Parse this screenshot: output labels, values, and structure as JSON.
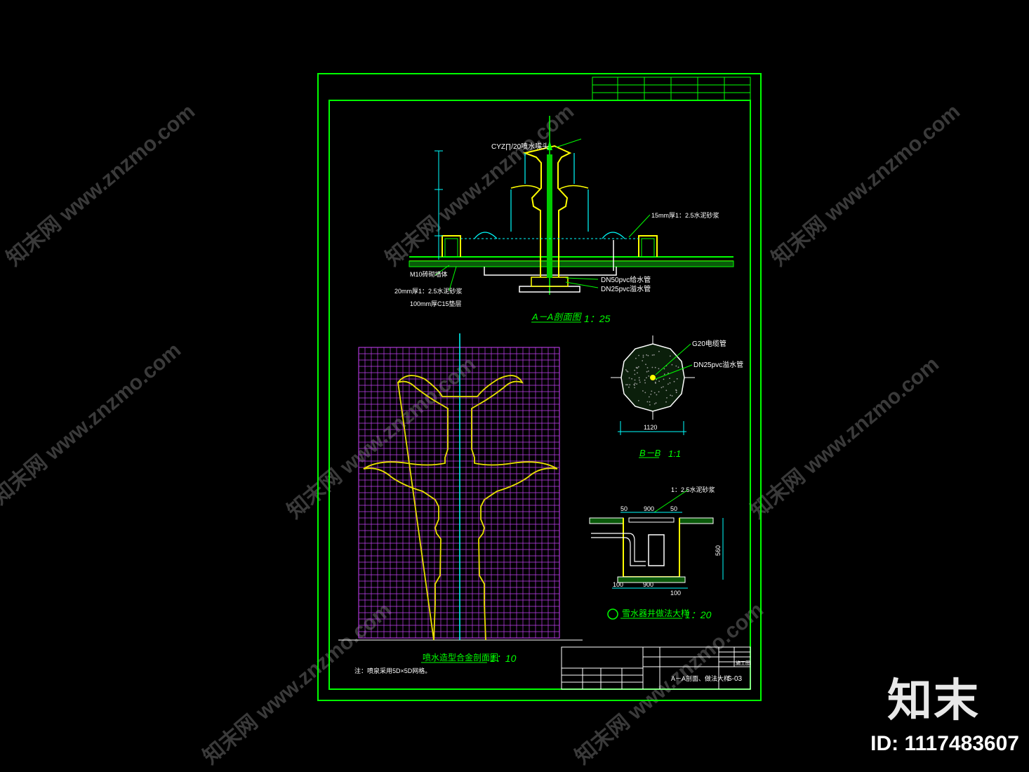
{
  "drawing": {
    "section_aa": {
      "title": "A－A剖面图",
      "scale": "1：25"
    },
    "section_bb": {
      "title": "B－B",
      "scale": "1:1"
    },
    "grid_view": {
      "title": "喷水造型合金剖面图",
      "scale": "1：10"
    },
    "well_detail": {
      "title": "雪水器井做法大样",
      "scale": "1：20"
    },
    "callouts": {
      "nozzle": "CYZ∏/20喷水嘴头",
      "pipe_dn50": "DN50pvc给水管",
      "pipe_dn25": "DN25pvc溢水管",
      "bb_g20": "G20电缆管",
      "bb_dn25": "DN25pvc溢水管",
      "cement_mortar": "1：2.5水泥砂浆",
      "layer_a": "15mm厚1：2.5水泥砂浆",
      "layer_b": "M10砖砌墙体",
      "layer_c": "20mm厚1：2.5水泥砂浆",
      "layer_d": "100mm厚C15垫层"
    },
    "dims": {
      "bb_width": "1120",
      "well_top": "900",
      "well_bottom": "900",
      "edge_left": "50",
      "edge_right": "50",
      "gap_left": "100",
      "gap_right": "100",
      "height": "560"
    },
    "note": "注：喷泉采用5D×5D网格。",
    "title_block": {
      "drawing_name": "A－A剖面、做法大样",
      "drawing_no": "S-03",
      "design_stage": "施工图"
    }
  },
  "watermark": {
    "brand": "知末",
    "id_text": "ID: 1117483607",
    "repeat_text": "知末网 www.znzmo.com"
  },
  "colors": {
    "frame": "#00ff00",
    "cyan": "#00ffff",
    "yellow": "#ffff00",
    "grid": "#d040ff",
    "white": "#ffffff"
  }
}
